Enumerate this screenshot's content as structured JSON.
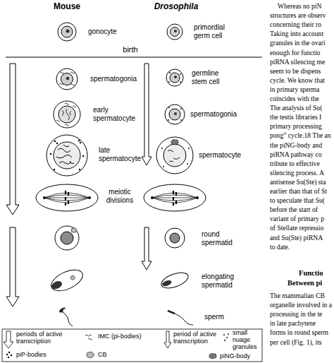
{
  "diagram": {
    "labels": [
      "Mouse",
      "Drosophila",
      "gonocyte",
      "primordial germ cell",
      "birth",
      "spermatogonia",
      "germline stem cell",
      "early spermatocyte",
      "spermatogonia",
      "late spermatocyte",
      "spermatocyte",
      "meiotic divisions",
      "round spermatid",
      "elongating spermatid",
      "sperm",
      "Whereas no piN",
      "structures are observ",
      "concerning their ro",
      "Taking into account",
      "granules in the ovari",
      "enough for functio",
      "piRNA silencing me",
      "seem to be dispens",
      "cycle. We know that",
      "in primary sperma",
      "coincides with the",
      "The analysis of Su(",
      "the testis libraries I",
      "primary processing",
      "pong” cycle.18 The an",
      "the piNG-body and",
      "piRNA pathway co",
      "tribute to effective",
      "silencing process. A",
      "antisense Su(Ste) sta",
      "earlier than that of St",
      "to speculate that Su(",
      "before the start of",
      "variant of primary p",
      "of Stellate repressio",
      "and Su(Ste) piRNA",
      "to date.",
      "Functio",
      "Between pi",
      "The mammalian CB",
      "organelle involved in a",
      "processing in the te",
      "in late pachytene",
      "forms in round sperm",
      "per cell (Fig. 1), its"
    ],
    "legend": [
      {
        "text": "periods of active transcription"
      },
      {
        "text": "IMC (pi-bodies)"
      },
      {
        "text": "piP-bodies"
      },
      {
        "text": "CB"
      },
      {
        "text": "period of active transcription"
      },
      {
        "text": "small nuage granules"
      },
      {
        "text": "piNG-body"
      }
    ]
  }
}
